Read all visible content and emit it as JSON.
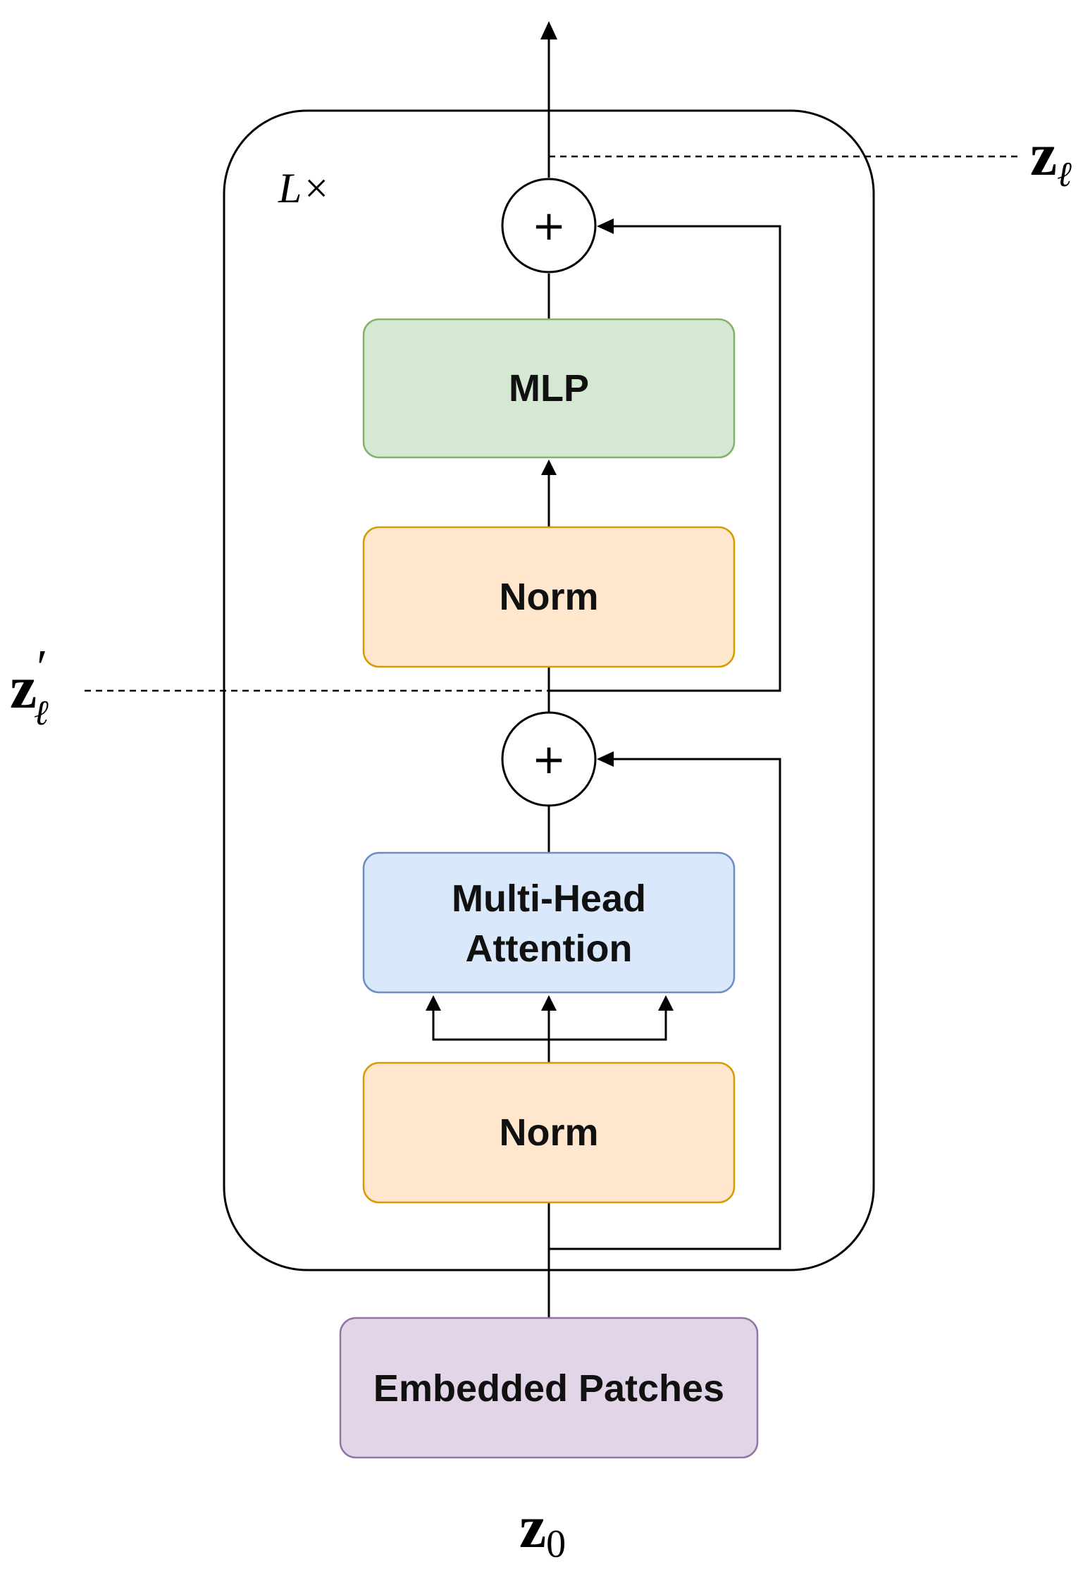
{
  "repeat_label": "L×",
  "outputs": {
    "z_l": {
      "base": "z",
      "sub": "ℓ"
    },
    "z_l_prime": {
      "base": "z",
      "prime": "′",
      "sub": "ℓ"
    },
    "z_0": {
      "base": "z",
      "sub": "0"
    }
  },
  "adders": {
    "top": "+",
    "bottom": "+"
  },
  "blocks": {
    "mlp": {
      "label": "MLP",
      "fill": "#d5e8d4",
      "stroke": "#82b366"
    },
    "norm_top": {
      "label": "Norm",
      "fill": "#ffe6cc",
      "stroke": "#d79b00"
    },
    "attention": {
      "line1": "Multi-Head",
      "line2": "Attention",
      "fill": "#dae8fc",
      "stroke": "#6c8ebf"
    },
    "norm_bottom": {
      "label": "Norm",
      "fill": "#ffe6cc",
      "stroke": "#d79b00"
    },
    "embedded_patches": {
      "label": "Embedded Patches",
      "fill": "#e1d5e7",
      "stroke": "#9673a6"
    }
  }
}
